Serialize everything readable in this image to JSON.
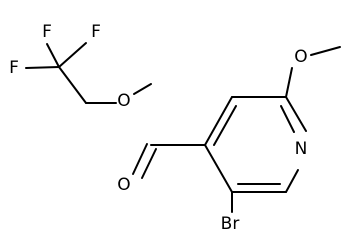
{
  "molecule": {
    "atoms": {
      "f1": "F",
      "f2": "F",
      "f3": "F",
      "o_ester": "O",
      "o_carbonyl": "O",
      "br": "Br",
      "n_ring": "N",
      "o_methoxy": "O"
    }
  },
  "colors": {
    "bond": "#000000",
    "label": "#000000",
    "background": "#ffffff"
  }
}
